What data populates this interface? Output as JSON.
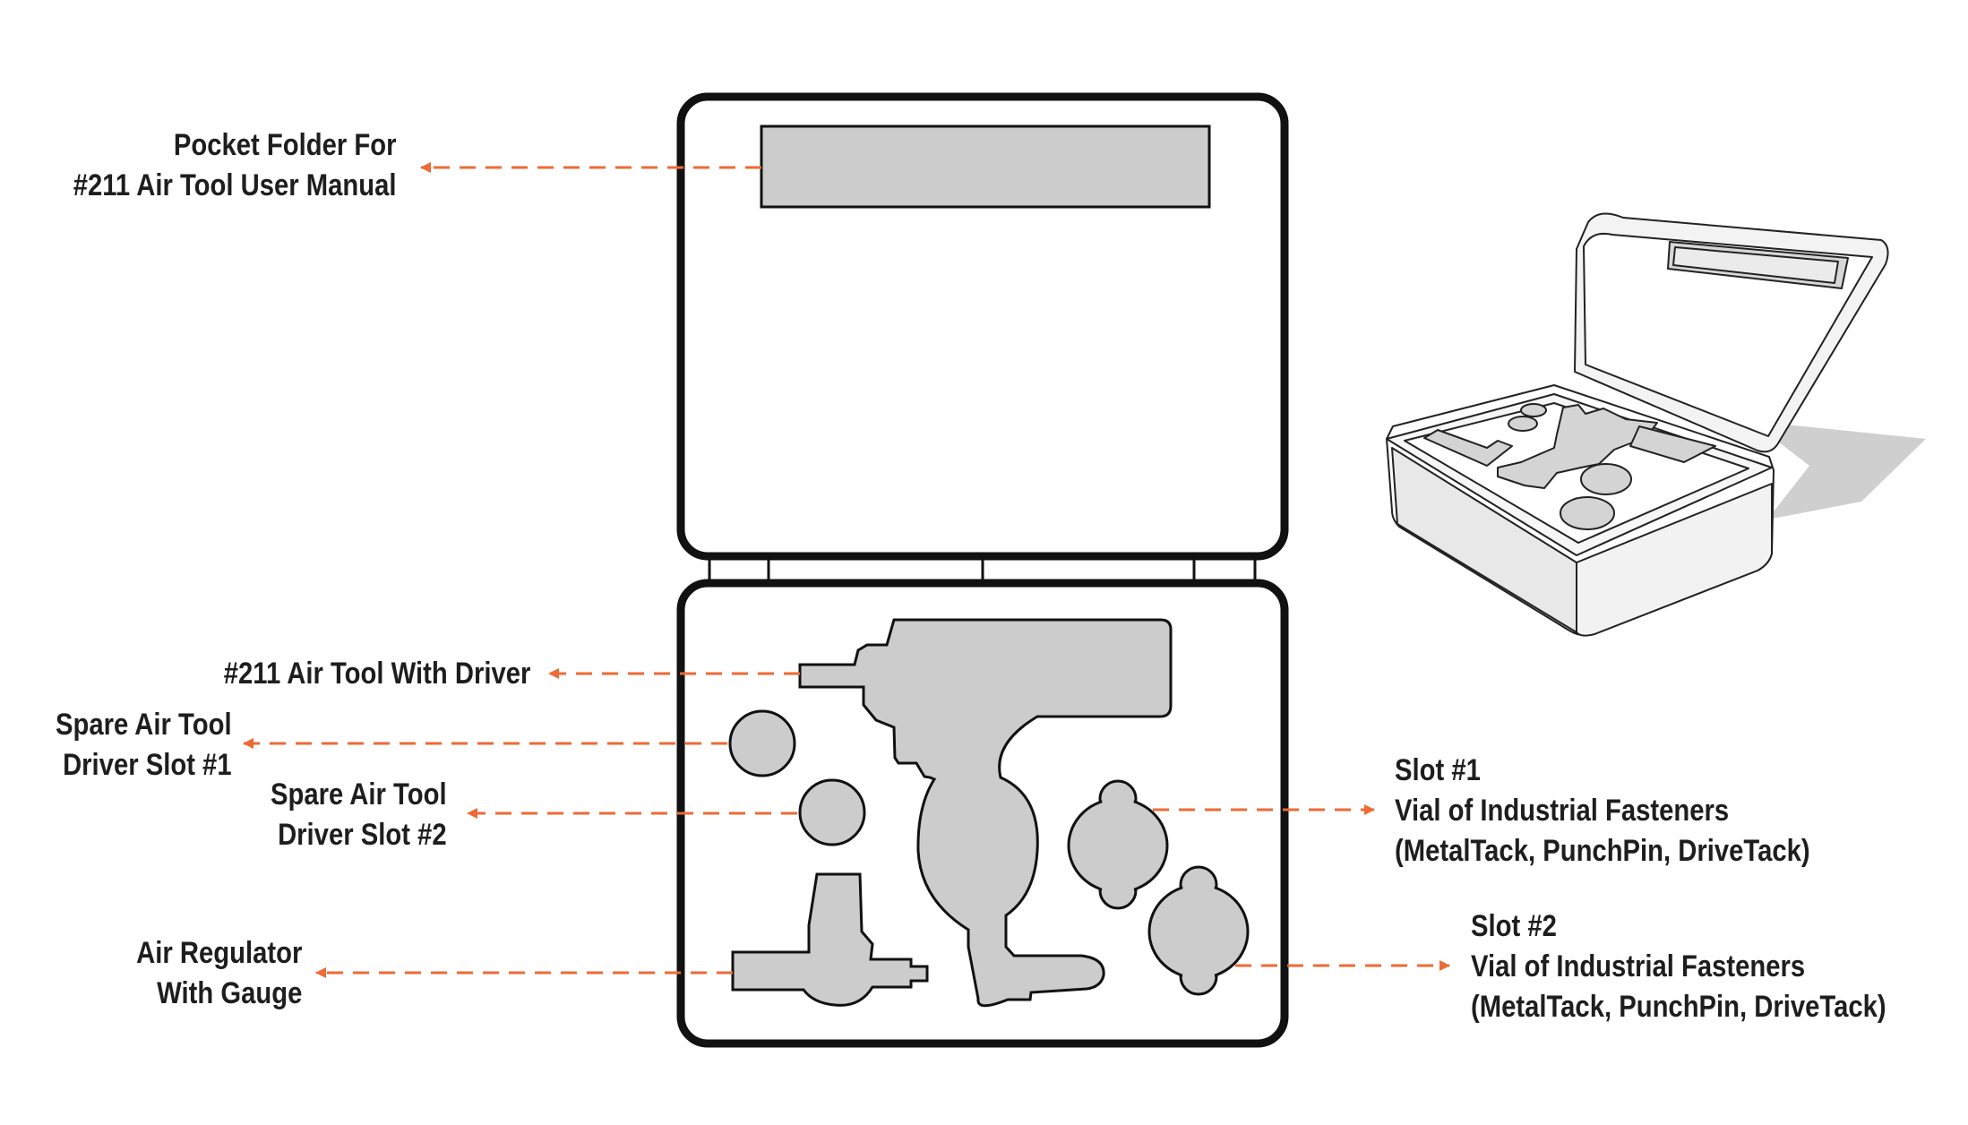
{
  "diagram": {
    "accent_color": "#ee6a34",
    "foam_color": "#cccccc",
    "outline_color": "#111111",
    "labels": {
      "pocket_folder": [
        "Pocket Folder For",
        "#211 Air Tool User Manual"
      ],
      "air_tool": [
        "#211 Air Tool With Driver"
      ],
      "spare_slot_1": [
        "Spare Air Tool",
        "Driver Slot #1"
      ],
      "spare_slot_2": [
        "Spare Air Tool",
        "Driver Slot #2"
      ],
      "air_regulator": [
        "Air Regulator",
        "With Gauge"
      ],
      "slot_1": [
        "Slot #1",
        "Vial of Industrial Fasteners",
        "(MetalTack, PunchPin, DriveTack)"
      ],
      "slot_2": [
        "Slot #2",
        "Vial of Industrial Fasteners",
        "(MetalTack, PunchPin, DriveTack)"
      ]
    }
  }
}
